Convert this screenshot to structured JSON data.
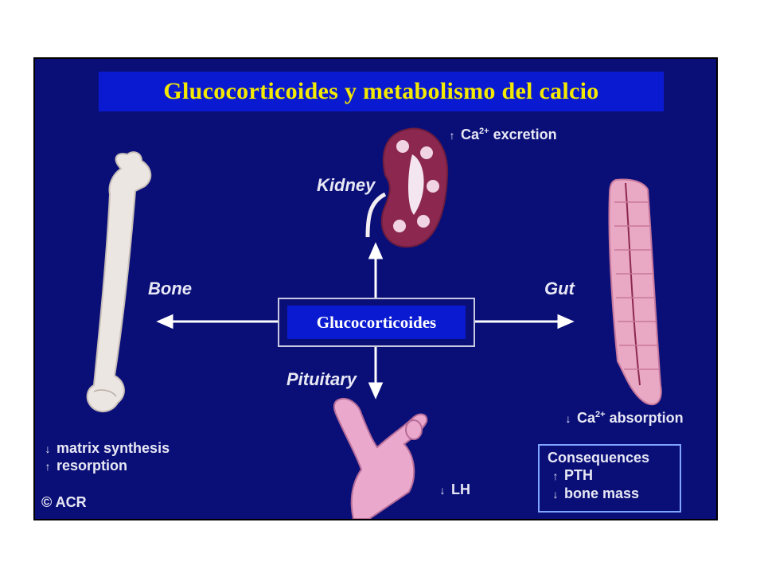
{
  "slide_title": "Glucocorticoides y metabolismo del calcio",
  "center_label": "Glucocorticoides",
  "organs": {
    "kidney": {
      "label": "Kidney",
      "arrow": "↑",
      "effect_prefix": "Ca",
      "effect_sup": "2+",
      "effect_suffix": " excretion"
    },
    "bone": {
      "label": "Bone",
      "effects": [
        {
          "arrow": "↓",
          "text": "matrix synthesis"
        },
        {
          "arrow": "↑",
          "text": "resorption"
        }
      ]
    },
    "gut": {
      "label": "Gut",
      "arrow": "↓",
      "effect_prefix": "Ca",
      "effect_sup": "2+",
      "effect_suffix": " absorption"
    },
    "pituitary": {
      "label": "Pituitary",
      "arrow": "↓",
      "effect": "LH"
    }
  },
  "consequences": {
    "title": "Consequences",
    "items": [
      {
        "arrow": "↑",
        "text": "PTH"
      },
      {
        "arrow": "↓",
        "text": "bone mass"
      }
    ]
  },
  "copyright": "© ACR",
  "colors": {
    "title_text": "#f4ea00",
    "title_box": "#0a1ad0",
    "slide_bg": "#0a0f78",
    "organ_pink": "#e8a0c8",
    "kidney_red": "#8c2850"
  }
}
